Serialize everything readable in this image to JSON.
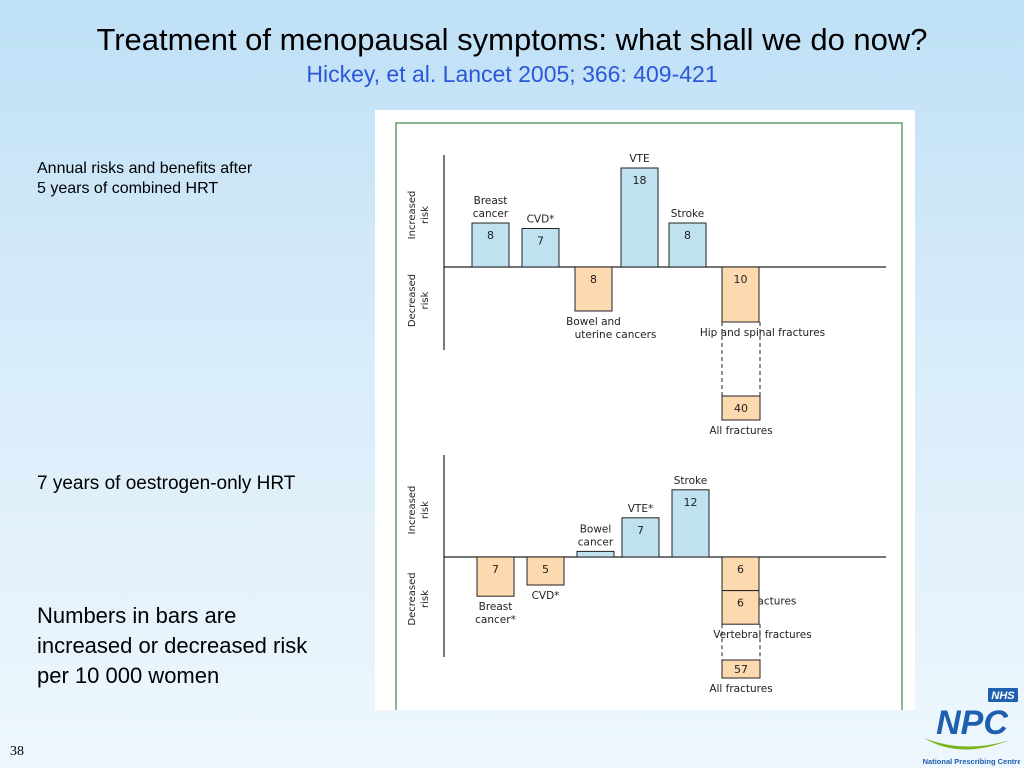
{
  "slide": {
    "title": "Treatment of menopausal symptoms: what shall we do now?",
    "subtitle": "Hickey, et al. Lancet 2005; 366: 409-421",
    "caption_1_line1": "Annual risks and benefits after",
    "caption_1_line2": "5 years of combined HRT",
    "caption_2": "7 years of oestrogen-only HRT",
    "note_line1": "Numbers in bars are",
    "note_line2": "increased or decreased risk",
    "note_line3": "per 10 000 women",
    "slide_number": "38"
  },
  "logo": {
    "badge": "NHS",
    "name": "NPC",
    "tagline": "National Prescribing Centre",
    "colors": {
      "badge": "#1f5fb0",
      "name": "#1f5fb0",
      "swoosh": "#7ab51d"
    }
  },
  "colors": {
    "increased": "#bfe1f0",
    "decreased": "#fdd9b0",
    "frame": "#5e9e6e"
  },
  "chart_data": [
    {
      "type": "bar",
      "axis_labels": {
        "up": [
          "Increased",
          "risk"
        ],
        "down": [
          "Decreased",
          "risk"
        ]
      },
      "bars": [
        {
          "label": [
            "Breast",
            "cancer"
          ],
          "value": 8,
          "label_pos": "above"
        },
        {
          "label": [
            "CVD*"
          ],
          "value": 7,
          "label_pos": "above"
        },
        {
          "label": [
            "Bowel and",
            "uterine cancers"
          ],
          "value": -8,
          "label_pos": "below"
        },
        {
          "label": [
            "VTE"
          ],
          "value": 18,
          "label_pos": "above"
        },
        {
          "label": [
            "Stroke"
          ],
          "value": 8,
          "label_pos": "above"
        },
        {
          "label": [
            "Hip and spinal fractures"
          ],
          "value": -10,
          "label_pos": "below"
        }
      ],
      "extra_bars": [
        {
          "label": [
            "All  fractures"
          ],
          "value": -40,
          "label_pos": "below"
        }
      ]
    },
    {
      "type": "bar",
      "axis_labels": {
        "up": [
          "Increased",
          "risk"
        ],
        "down": [
          "Decreased",
          "risk"
        ]
      },
      "bars": [
        {
          "label": [
            "Breast",
            "cancer*"
          ],
          "value": -7,
          "label_pos": "below"
        },
        {
          "label": [
            "CVD*"
          ],
          "value": -5,
          "label_pos": "below"
        },
        {
          "label": [
            "Bowel",
            "cancer"
          ],
          "value": 1,
          "label_pos": "above",
          "show_value": false
        },
        {
          "label": [
            "VTE*"
          ],
          "value": 7,
          "label_pos": "above"
        },
        {
          "label": [
            "Stroke"
          ],
          "value": 12,
          "label_pos": "above"
        },
        {
          "label": [
            "Hip fractures"
          ],
          "value": -6,
          "label_pos": "below"
        },
        {
          "label": [
            "Vertebral fractures"
          ],
          "value": -6,
          "label_pos": "below"
        }
      ],
      "extra_bars": [
        {
          "label": [
            "All  fractures"
          ],
          "value": -57,
          "label_pos": "below"
        }
      ]
    }
  ]
}
